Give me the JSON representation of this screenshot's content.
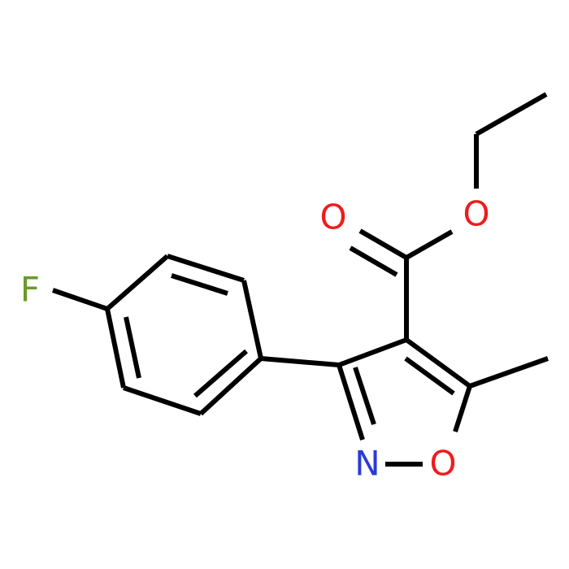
{
  "atoms": {
    "fluorine": {
      "symbol": "F",
      "color": "#6a9a2a"
    },
    "carbonyl_oxygen": {
      "symbol": "O",
      "color": "#ee1c1c"
    },
    "ester_oxygen": {
      "symbol": "O",
      "color": "#ee1c1c"
    },
    "ring_nitrogen": {
      "symbol": "N",
      "color": "#2a3bd8"
    },
    "ring_oxygen": {
      "symbol": "O",
      "color": "#ee1c1c"
    }
  },
  "bond_color": "#000000"
}
